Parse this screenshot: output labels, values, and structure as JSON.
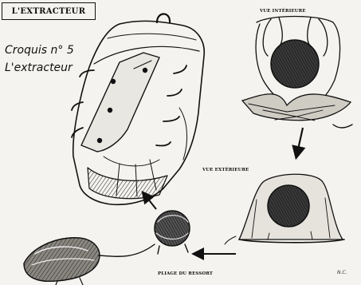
{
  "title": "L'EXTRACTEUR",
  "caption": {
    "line1": "Croquis n° 5",
    "line2": "L'extracteur"
  },
  "views": {
    "interior": "VUE INTÉRIEURE",
    "exterior": "VUE EXTÉRIEURE",
    "folding": "PLIAGE DU RESSORT"
  },
  "signature": "N.C."
}
